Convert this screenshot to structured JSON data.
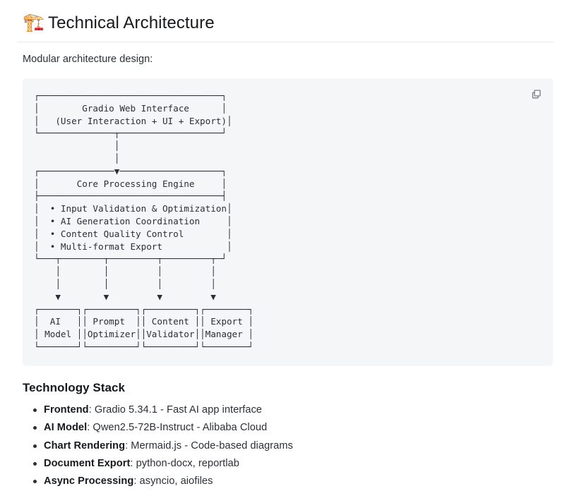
{
  "header": {
    "emoji": "🏗️",
    "emoji_name": "building-construction-emoji",
    "title": "Technical Architecture"
  },
  "subtitle": "Modular architecture design:",
  "code_block": {
    "copy_icon": "copy-icon",
    "ascii_art": "┌──────────────────────────────────┐\n│        Gradio Web Interface      │\n│   (User Interaction + UI + Export)│\n└──────────────┬───────────────────┘\n               │\n               │\n┌──────────────▼───────────────────┐\n│       Core Processing Engine     │\n├──────────────────────────────────┤\n│  • Input Validation & Optimization│\n│  • AI Generation Coordination     │\n│  • Content Quality Control        │\n│  • Multi-format Export            │\n└───┬────────┬─────────┬─────────┬─┘\n    │        │         │         │\n    │        │         │         │\n    ▼        ▼         ▼         ▼\n┌───────┐┌─────────┐┌─────────┐┌────────┐\n│  AI   ││ Prompt  ││ Content ││ Export │\n│ Model ││Optimizer││Validator││Manager │\n└───────┘└─────────┘└─────────┘└────────┘",
    "diagram_nodes": {
      "top_box_title": "Gradio Web Interface",
      "top_box_subtitle": "(User Interaction + UI + Export)",
      "core_box_title": "Core Processing Engine",
      "core_box_items": [
        "Input Validation & Optimization",
        "AI Generation Coordination",
        "Content Quality Control",
        "Multi-format Export"
      ],
      "leaf_boxes": [
        [
          "AI",
          "Model"
        ],
        [
          "Prompt",
          "Optimizer"
        ],
        [
          "Content",
          "Validator"
        ],
        [
          "Export",
          "Manager"
        ]
      ]
    }
  },
  "tech_stack": {
    "heading": "Technology Stack",
    "items": [
      {
        "label": "Frontend",
        "value": ": Gradio 5.34.1 - Fast AI app interface"
      },
      {
        "label": "AI Model",
        "value": ": Qwen2.5-72B-Instruct - Alibaba Cloud"
      },
      {
        "label": "Chart Rendering",
        "value": ": Mermaid.js - Code-based diagrams"
      },
      {
        "label": "Document Export",
        "value": ": python-docx, reportlab"
      },
      {
        "label": "Async Processing",
        "value": ": asyncio, aiofiles"
      }
    ]
  },
  "colors": {
    "page_background": "#ffffff",
    "code_background": "#f5f6f8",
    "text": "#2b2f36",
    "heading": "#16191d",
    "rule": "#e8e8ea"
  }
}
